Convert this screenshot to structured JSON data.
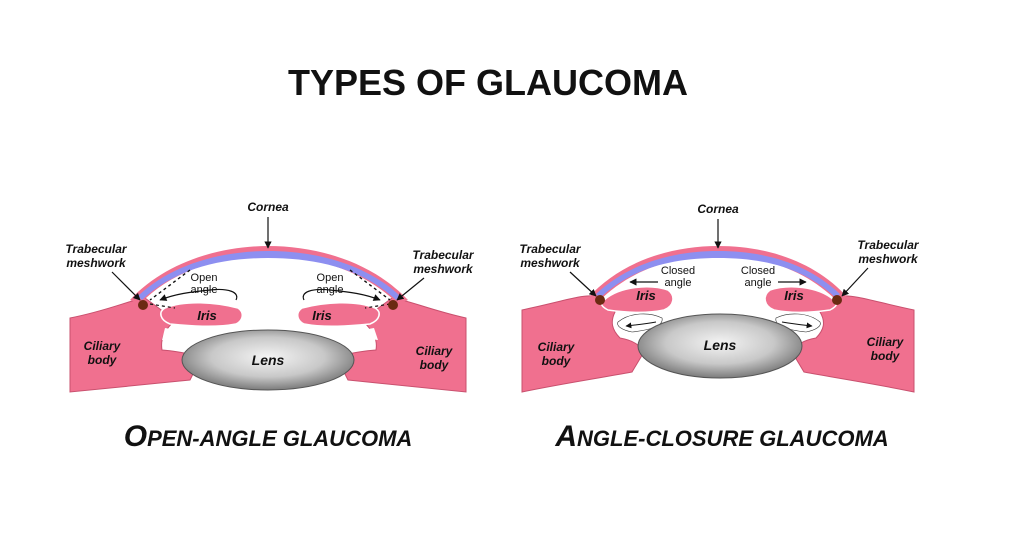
{
  "title": "TYPES OF GLAUCOMA",
  "colors": {
    "tissue": "#f0708f",
    "tissue_stroke": "#c9506e",
    "cornea_blue": "#8d8ff0",
    "meshwork": "#6b2a12",
    "lens_dark": "#6e6e6e",
    "lens_light": "#f2f2f2"
  },
  "open_angle": {
    "caption_big_1": "O",
    "caption_small_1": "PEN-ANGLE GLAUCOMA",
    "cornea": "Cornea",
    "meshwork_left_1": "Trabecular",
    "meshwork_left_2": "meshwork",
    "meshwork_right_1": "Trabecular",
    "meshwork_right_2": "meshwork",
    "angle_left_1": "Open",
    "angle_left_2": "angle",
    "angle_right_1": "Open",
    "angle_right_2": "angle",
    "iris_left": "Iris",
    "iris_right": "Iris",
    "lens": "Lens",
    "ciliary_left_1": "Ciliary",
    "ciliary_left_2": "body",
    "ciliary_right_1": "Ciliary",
    "ciliary_right_2": "body"
  },
  "angle_closure": {
    "caption_big_1": "A",
    "caption_small_1": "NGLE-CLOSURE GLAUCOMA",
    "cornea": "Cornea",
    "meshwork_left_1": "Trabecular",
    "meshwork_left_2": "meshwork",
    "meshwork_right_1": "Trabecular",
    "meshwork_right_2": "meshwork",
    "angle_left_1": "Closed",
    "angle_left_2": "angle",
    "angle_right_1": "Closed",
    "angle_right_2": "angle",
    "iris_left": "Iris",
    "iris_right": "Iris",
    "lens": "Lens",
    "ciliary_left_1": "Ciliary",
    "ciliary_left_2": "body",
    "ciliary_right_1": "Ciliary",
    "ciliary_right_2": "body"
  }
}
